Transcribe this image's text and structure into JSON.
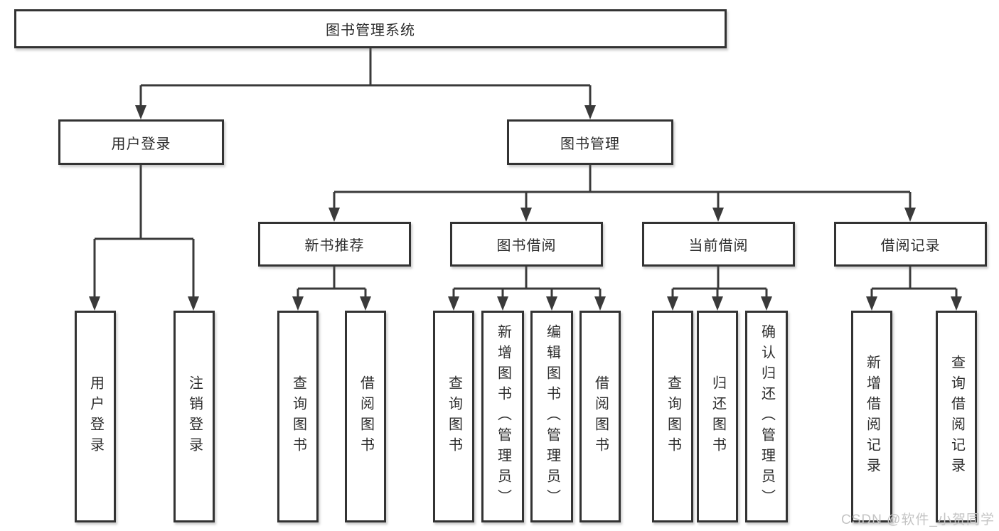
{
  "diagram": {
    "type": "hierarchy-tree",
    "tree": {
      "root": {
        "label": "图书管理系统",
        "children": [
          {
            "label": "用户登录",
            "children": [
              {
                "label": "用户登录"
              },
              {
                "label": "注销登录"
              }
            ]
          },
          {
            "label": "图书管理",
            "children": [
              {
                "label": "新书推荐",
                "children": [
                  {
                    "label": "查询图书"
                  },
                  {
                    "label": "借阅图书"
                  }
                ]
              },
              {
                "label": "图书借阅",
                "children": [
                  {
                    "label": "查询图书"
                  },
                  {
                    "label": "新增图书（管理员）"
                  },
                  {
                    "label": "编辑图书（管理员）"
                  },
                  {
                    "label": "借阅图书"
                  }
                ]
              },
              {
                "label": "当前借阅",
                "children": [
                  {
                    "label": "查询图书"
                  },
                  {
                    "label": "归还图书"
                  },
                  {
                    "label": "确认归还（管理员）"
                  }
                ]
              },
              {
                "label": "借阅记录",
                "children": [
                  {
                    "label": "新增借阅记录"
                  },
                  {
                    "label": "查询借阅记录"
                  }
                ]
              }
            ]
          }
        ]
      }
    },
    "colors": {
      "line": "#3a3a3a",
      "box_border": "#333333",
      "text": "#2d2d2d",
      "background": "#ffffff",
      "watermark_text_color": "#c4c4c4"
    }
  },
  "watermark": "CSDN @软件_小贺同学"
}
